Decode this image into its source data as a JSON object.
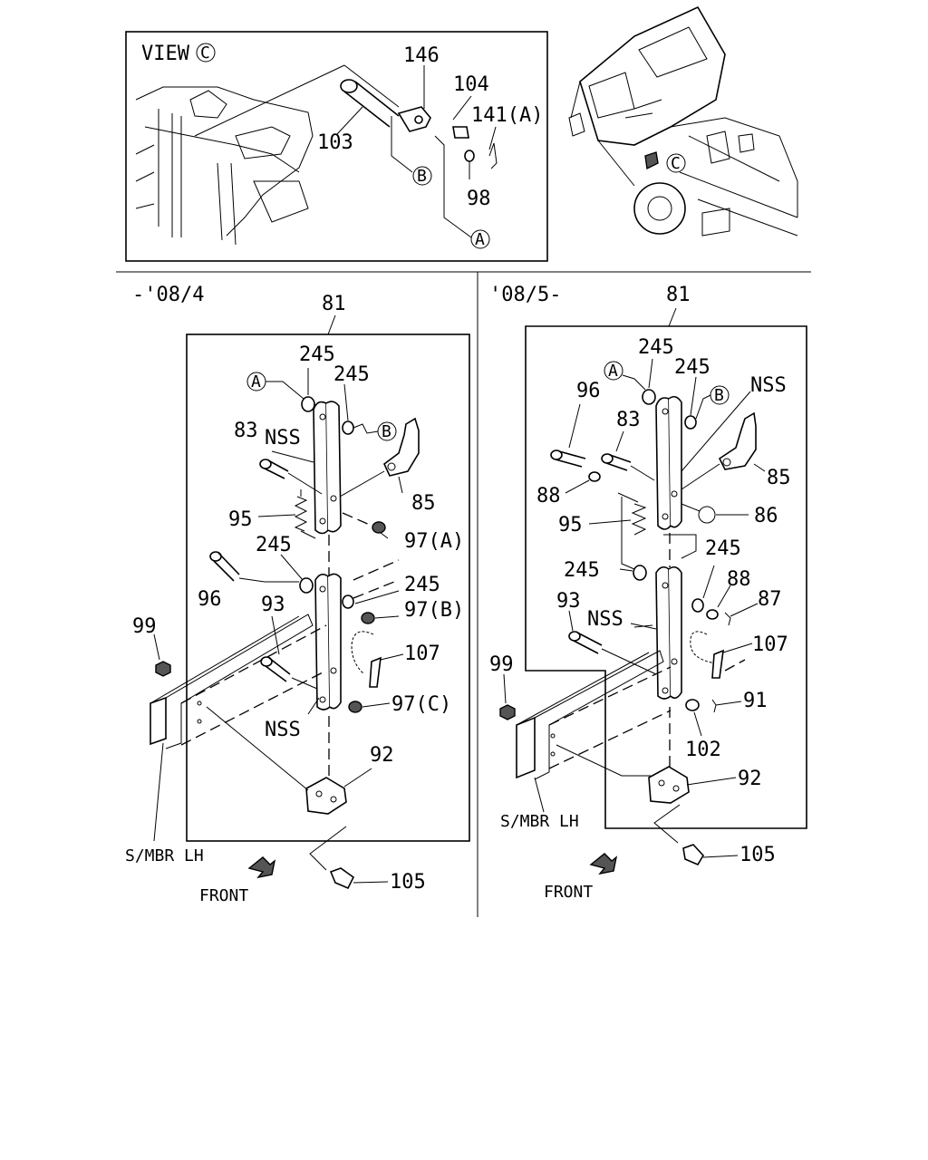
{
  "view_panel": {
    "title": "VIEW",
    "view_mark": "C",
    "labels": {
      "p146": "146",
      "p104": "104",
      "p141a": "141(A)",
      "p103": "103",
      "p98": "98",
      "callout_b": "B",
      "callout_a": "A"
    }
  },
  "truck_panel": {
    "callout_c": "C"
  },
  "left_panel": {
    "period": "-'08/4",
    "labels": {
      "p81": "81",
      "p245a": "245",
      "p245b": "245",
      "p83": "83",
      "nss1": "NSS",
      "p85": "85",
      "p95": "95",
      "p97a": "97(A)",
      "p245c": "245",
      "p245d": "245",
      "p96": "96",
      "p97b": "97(B)",
      "p93": "93",
      "p107": "107",
      "p99": "99",
      "p97c": "97(C)",
      "nss2": "NSS",
      "p92": "92",
      "p105": "105",
      "smbr": "S/MBR LH",
      "front": "FRONT",
      "callout_a": "A",
      "callout_b": "B"
    }
  },
  "right_panel": {
    "period": "'08/5-",
    "labels": {
      "p81": "81",
      "p245a": "245",
      "p245b": "245",
      "nss1": "NSS",
      "p96": "96",
      "p83": "83",
      "p85": "85",
      "p88a": "88",
      "p86": "86",
      "p95": "95",
      "p245c": "245",
      "p245d": "245",
      "p88b": "88",
      "p87": "87",
      "p93": "93",
      "nss2": "NSS",
      "p107": "107",
      "p99": "99",
      "p91": "91",
      "p102": "102",
      "p92": "92",
      "smbr": "S/MBR LH",
      "p105": "105",
      "front": "FRONT",
      "callout_a": "A",
      "callout_b": "B"
    }
  }
}
